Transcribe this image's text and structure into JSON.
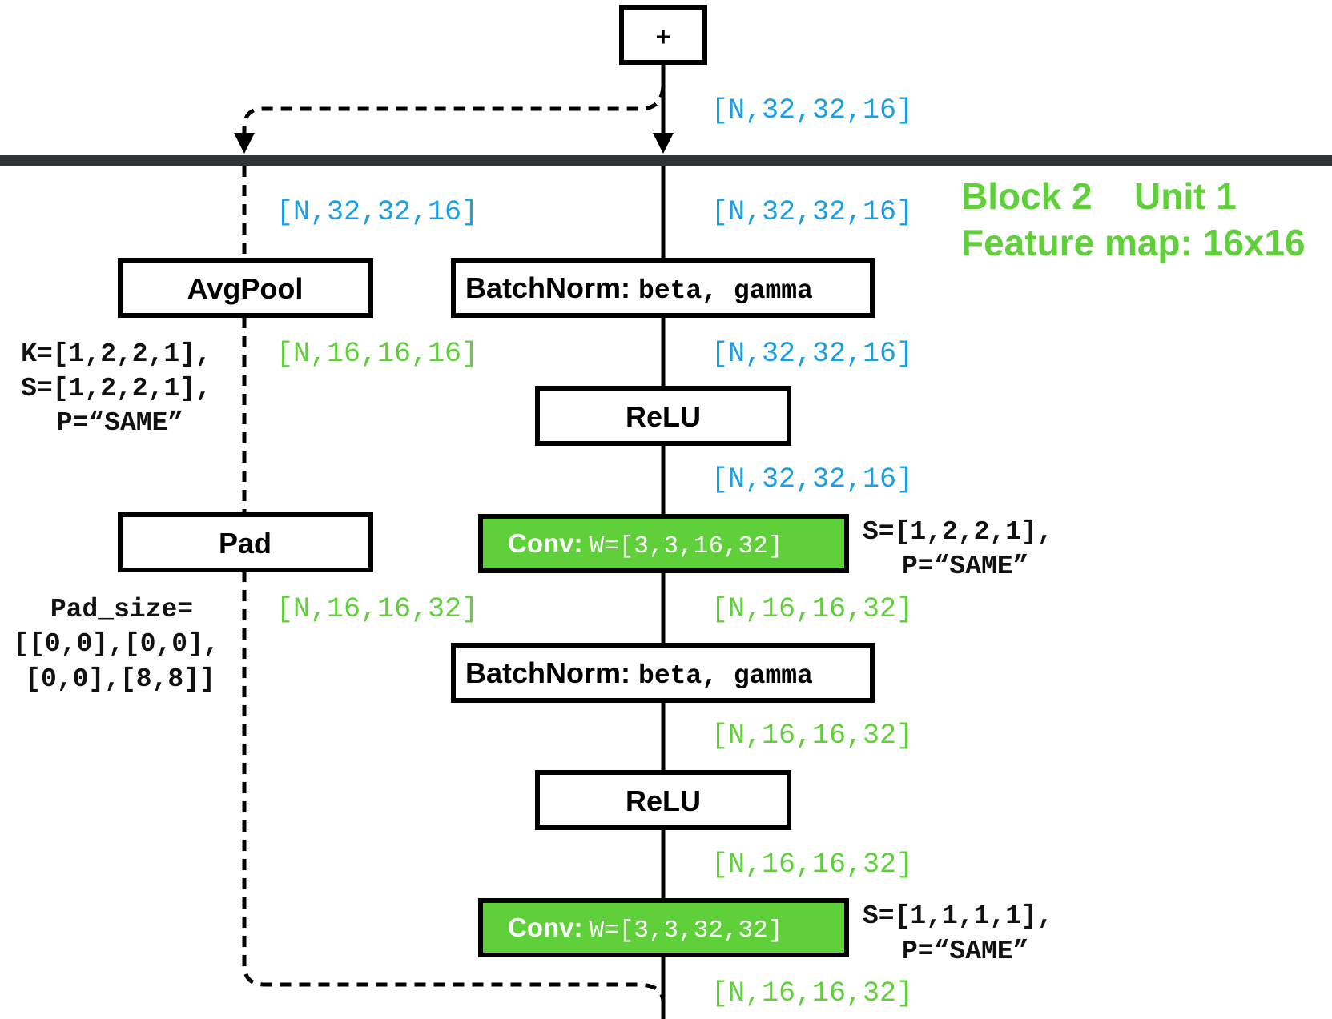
{
  "colors": {
    "blue_shape": "#1a9ee6",
    "green_shape": "#5fcf3a",
    "conv_fill": "#5fcf3a",
    "divider": "#2f3336",
    "stroke": "#000000"
  },
  "title": {
    "line1a": "Block 2",
    "line1b": "Unit 1",
    "line2": "Feature map: 16x16"
  },
  "nodes": {
    "add": "+",
    "avgpool": "AvgPool",
    "pad": "Pad",
    "bn1_name": "BatchNorm:",
    "bn1_params": "beta, gamma",
    "relu1": "ReLU",
    "conv1_name": "Conv:",
    "conv1_params": "W=[3,3,16,32]",
    "bn2_name": "BatchNorm:",
    "bn2_params": "beta, gamma",
    "relu2": "ReLU",
    "conv2_name": "Conv:",
    "conv2_params": "W=[3,3,32,32]"
  },
  "shapes": {
    "top_main": "[N,32,32,16]",
    "shortcut_in": "[N,32,32,16]",
    "main_in": "[N,32,32,16]",
    "after_avgpool": "[N,16,16,16]",
    "after_bn1": "[N,32,32,16]",
    "after_relu1": "[N,32,32,16]",
    "after_pad": "[N,16,16,32]",
    "after_conv1": "[N,16,16,32]",
    "after_bn2": "[N,16,16,32]",
    "after_relu2": "[N,16,16,32]",
    "after_conv2": "[N,16,16,32]"
  },
  "annotations": {
    "avgpool_k": "K=[1,2,2,1],",
    "avgpool_s": "S=[1,2,2,1],",
    "avgpool_p": "P=“SAME”",
    "pad_1": "Pad_size=",
    "pad_2": "[[0,0],[0,0],",
    "pad_3": "[0,0],[8,8]]",
    "conv1_s": "S=[1,2,2,1],",
    "conv1_p": "P=“SAME”",
    "conv2_s": "S=[1,1,1,1],",
    "conv2_p": "P=“SAME”"
  }
}
